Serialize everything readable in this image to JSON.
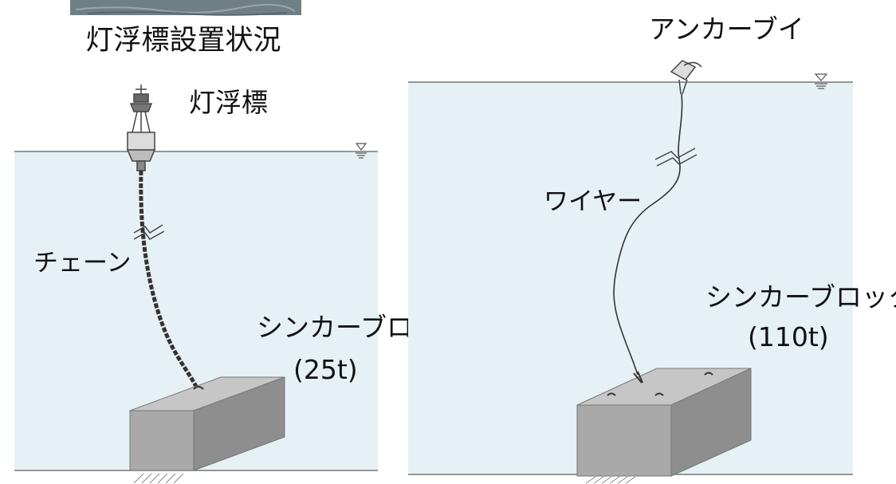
{
  "photo_caption": "灯浮標設置状況",
  "left_panel": {
    "buoy_label": "灯浮標",
    "line_label": "チェーン",
    "sinker_label": "シンカーブロック",
    "sinker_weight": "(25t)"
  },
  "right_panel": {
    "buoy_label": "アンカーブイ",
    "line_label": "ワイヤー",
    "sinker_label": "シンカーブロック",
    "sinker_weight": "(110t)"
  },
  "colors": {
    "water": "#e6f1f5",
    "block_top": "#c6c6c6",
    "block_front": "#a9a9a9",
    "block_side": "#8e8e8e",
    "photo_strip": "#6f7f86",
    "line": "#333333"
  }
}
